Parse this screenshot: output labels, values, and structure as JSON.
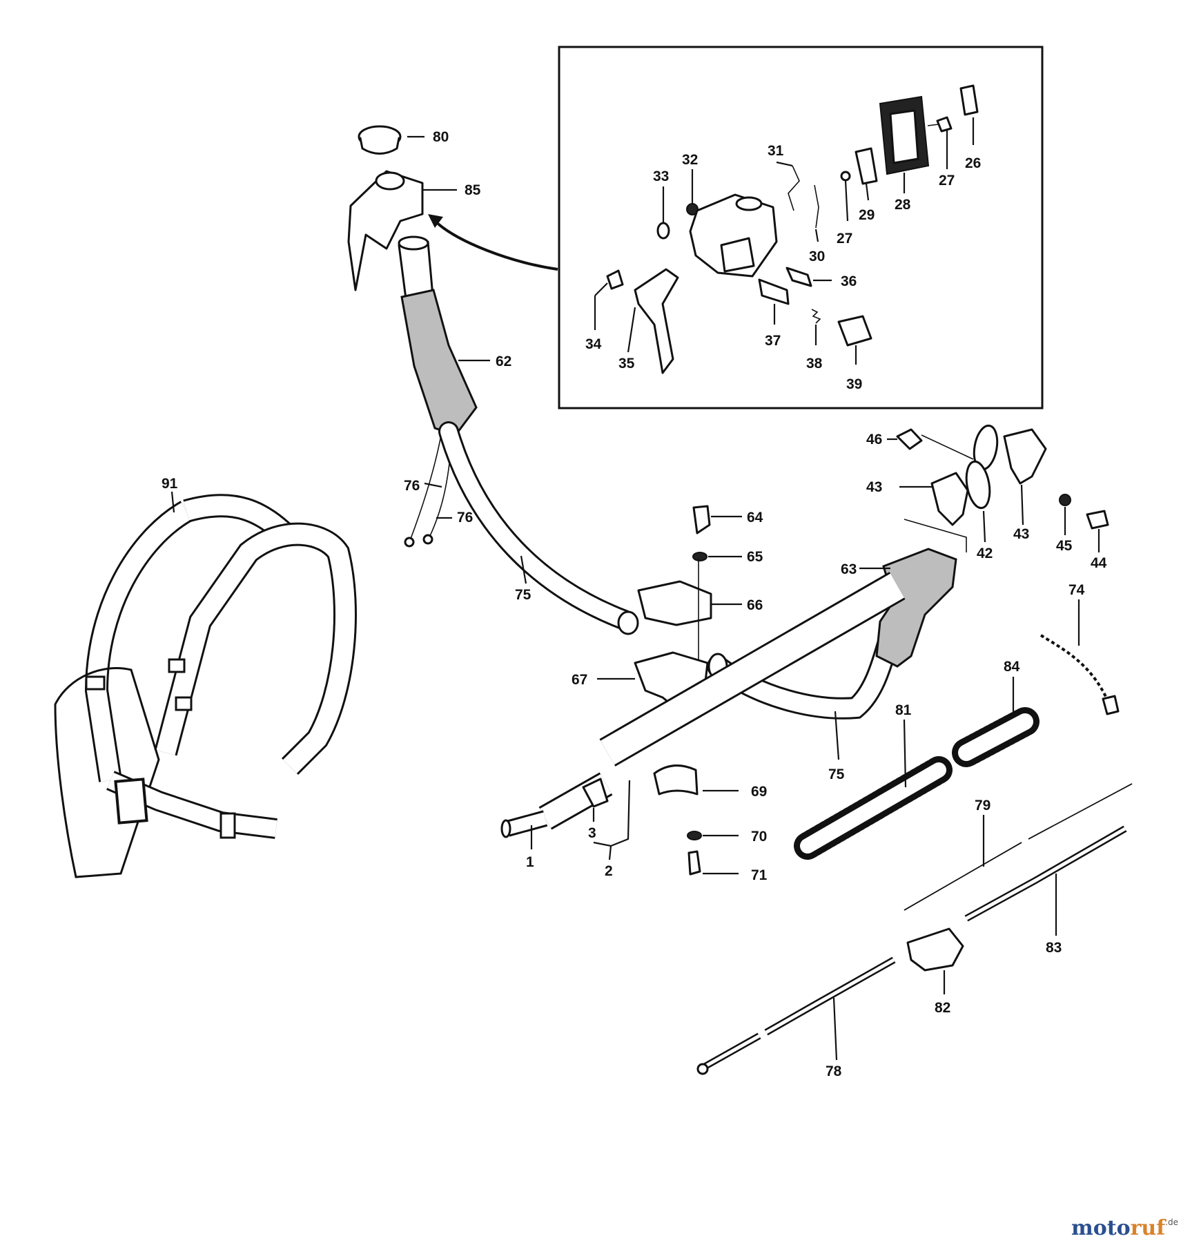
{
  "labels": [
    "80",
    "85",
    "62",
    "76",
    "76",
    "75",
    "75",
    "91",
    "64",
    "65",
    "66",
    "67",
    "63",
    "43",
    "43",
    "42",
    "45",
    "44",
    "46",
    "74",
    "84",
    "81",
    "79",
    "83",
    "82",
    "78",
    "69",
    "70",
    "71",
    "1",
    "2",
    "3",
    "26",
    "27",
    "27",
    "28",
    "29",
    "30",
    "31",
    "32",
    "33",
    "34",
    "35",
    "36",
    "37",
    "38",
    "39"
  ],
  "watermark": {
    "brand": "moto",
    "brand_accent": "ruf",
    "tld": ".de"
  }
}
